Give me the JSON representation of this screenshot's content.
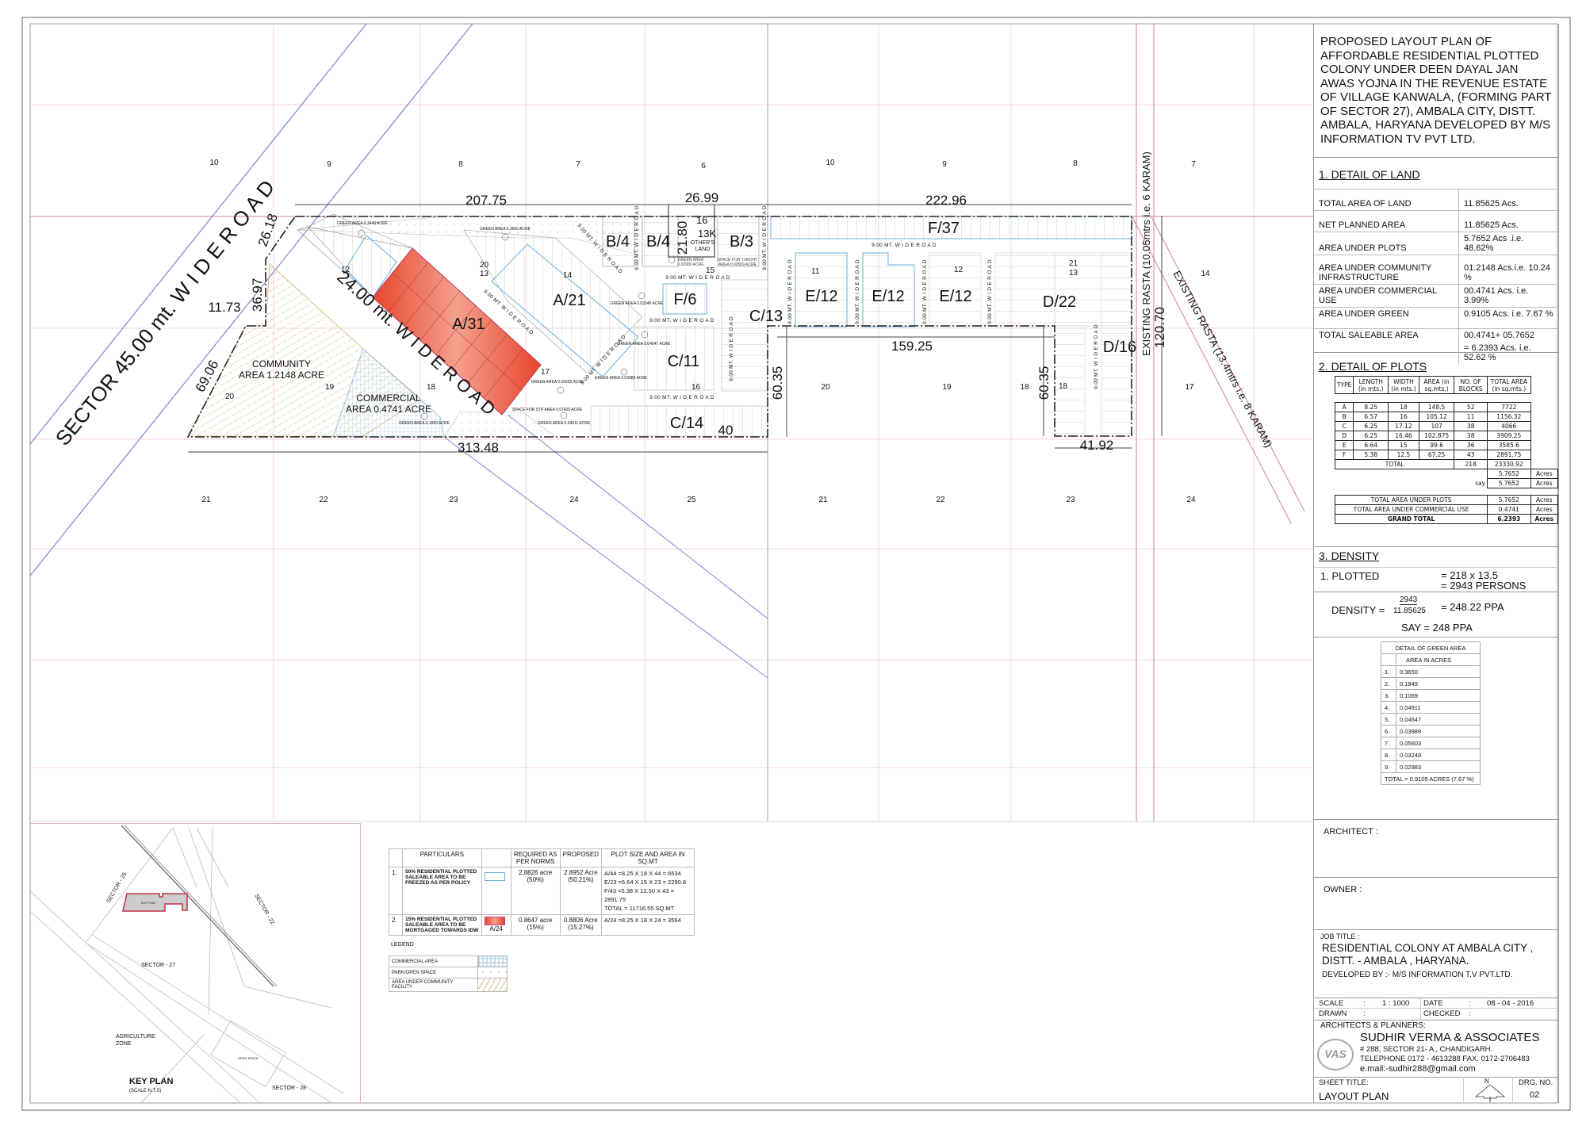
{
  "title_block": {
    "project_title": "PROPOSED LAYOUT PLAN OF AFFORDABLE RESIDENTIAL PLOTTED COLONY UNDER DEEN DAYAL JAN AWAS YOJNA  IN THE  REVENUE ESTATE OF VILLAGE KANWALA,  (FORMING PART OF SECTOR 27),  AMBALA CITY,  DISTT. AMBALA, HARYANA DEVELOPED BY M/S INFORMATION TV PVT LTD.",
    "land_heading": "1.  DETAIL OF LAND",
    "land_rows": [
      {
        "label": "TOTAL AREA OF LAND",
        "value": "11.85625 Acs."
      },
      {
        "label": "NET PLANNED AREA",
        "value": "11.85625 Acs."
      },
      {
        "label": "AREA UNDER PLOTS",
        "value": "5.7652 Acs .i.e. 48.62%"
      },
      {
        "label": "AREA UNDER COMMUNITY INFRASTRUCTURE",
        "value": "01.2148 Acs.i.e. 10.24 %"
      },
      {
        "label": "AREA UNDER COMMERCIAL USE",
        "value": "00.4741 Acs.  i.e. 3.99%"
      },
      {
        "label": "AREA UNDER GREEN",
        "value": "0.9105 Acs. i.e. 7.67 %"
      },
      {
        "label": "TOTAL SALEABLE  AREA",
        "value": "00.4741+ 05.7652",
        "value2": "= 6.2393 Acs. i.e.  52.62 %"
      }
    ],
    "plots_heading": "2.  DETAIL OF PLOTS",
    "plots_header": [
      "TYPE",
      "LENGTH (in mts.)",
      "WIDTH (in mts.)",
      "AREA (in sq.mts.)",
      "NO. OF BLOCKS",
      "TOTAL AREA (in sq.mts.)"
    ],
    "plots_rows": [
      [
        "A",
        "8.25",
        "18",
        "148.5",
        "52",
        "7722"
      ],
      [
        "B",
        "6.57",
        "16",
        "105.12",
        "11",
        "1156.32"
      ],
      [
        "C",
        "6.25",
        "17.12",
        "107",
        "38",
        "4066"
      ],
      [
        "D",
        "6.25",
        "16.46",
        "102.875",
        "38",
        "3909.25"
      ],
      [
        "E",
        "6.64",
        "15",
        "99.6",
        "36",
        "3585.6"
      ],
      [
        "F",
        "5.38",
        "12.5",
        "67.25",
        "43",
        "2891.75"
      ]
    ],
    "plots_total": {
      "label": "TOTAL",
      "blocks": "218",
      "area": "23330.92",
      "acres": "5.7652",
      "unit": "Acres",
      "say_label": "say",
      "say_value": "5.7652"
    },
    "plots_summary": [
      {
        "label": "TOTAL AREA UNDER PLOTS",
        "value": "5.7652",
        "unit": "Acres"
      },
      {
        "label": "TOTAL AREA UNDER COMMERCIAL USE",
        "value": "0.4741",
        "unit": "Acres"
      },
      {
        "label": "GRAND TOTAL",
        "value": "6.2393",
        "unit": "Acres"
      }
    ],
    "density_heading": "3.  DENSITY",
    "plotted_label": "1.  PLOTTED",
    "plotted_calc1": "= 218 x 13.5",
    "plotted_calc2": "= 2943 PERSONS",
    "density_label": "DENSITY  =",
    "density_num": "2943",
    "density_den": "11.85625",
    "density_result": "=  248.22 PPA",
    "say_text": "SAY   =  248 PPA",
    "green_title": "DETAIL OF GREEN AREA",
    "green_col": "AREA IN ACRES",
    "green_rows": [
      [
        "1.",
        "0.3650"
      ],
      [
        "2.",
        "0.1849"
      ],
      [
        "3.",
        "0.1069"
      ],
      [
        "4.",
        "0.04911"
      ],
      [
        "5.",
        "0.04647"
      ],
      [
        "6.",
        "0.03989"
      ],
      [
        "7.",
        "0.05603"
      ],
      [
        "8.",
        "0.03248"
      ],
      [
        "9.",
        "0.02983"
      ]
    ],
    "green_total": "TOTAL  =  0.9105  ACRES  (7.67 %)",
    "architect_label": "ARCHITECT :",
    "owner_label": "OWNER :",
    "job_title_label": "JOB TITLE :",
    "job_title_1": "RESIDENTIAL COLONY AT  AMBALA CITY ,",
    "job_title_2": "DISTT. - AMBALA , HARYANA.",
    "developed_by": "DEVELOPED BY :- M/S INFORMATION T.V  PVT.LTD.",
    "scale_label": "SCALE",
    "scale_value": "1 : 1000",
    "date_label": "DATE",
    "date_value": "08 - 04 - 2016",
    "drawn_label": "DRAWN",
    "checked_label": "CHECKED",
    "colon": ":",
    "architects_planners": "ARCHITECTS & PLANNERS:",
    "firm_name": "SUDHIR VERMA  &  ASSOCIATES",
    "firm_address": "# 288,    SECTOR  21- A ,    CHANDIGARH.",
    "firm_phone": "TELEPHONE  0172 - 4613288   FAX. 0172-2706483",
    "firm_email": "e.mail:-sudhir288@gmail.com",
    "firm_logo_text": "VAS",
    "sheet_title_label": "SHEET TITLE:",
    "sheet_title": "LAYOUT PLAN",
    "north": "N",
    "drg_no_label": "DRG. NO.",
    "drg_no": "02"
  },
  "plan": {
    "grid_numbers_top": [
      "10",
      "9",
      "8",
      "7",
      "6",
      "10",
      "9",
      "8",
      "7"
    ],
    "grid_numbers_bottom": [
      "21",
      "22",
      "23",
      "24",
      "25",
      "21",
      "22",
      "23",
      "24"
    ],
    "grid_numbers_mid": [
      "20",
      "19",
      "18",
      "17",
      "14"
    ],
    "roads": {
      "main": "SECTOR  45.00 mt. W I D E  R O A D",
      "inner": "24.00 mt. W I D E  R O A D",
      "nine_m": "9.00 MT. W I D E  R O A D",
      "rasta_1": "EXISTING RASTA (10.05mtrs i.e. 6 KARAM)",
      "rasta_2": "EXISTING RASTA (13.4mtrs i.e. 8 KARAM)"
    },
    "dimensions": [
      "207.75",
      "26.99",
      "222.96",
      "26.18",
      "11.73",
      "36.97",
      "69.06",
      "313.48",
      "60.35",
      "159.25",
      "60.35",
      "41.92",
      "120.70",
      "21.80",
      "40"
    ],
    "blocks": [
      "B/4",
      "B/4",
      "B/3",
      "F/37",
      "A/21",
      "A/31",
      "F/6",
      "C/13",
      "C/11",
      "C/14",
      "E/12",
      "E/12",
      "E/12",
      "D/22",
      "D/16"
    ],
    "others_land": "OTHER'S LAND",
    "others_nums": [
      "16",
      "13K",
      "15"
    ],
    "plot_nums": [
      "12",
      "20",
      "13",
      "14",
      "17",
      "18",
      "20",
      "19",
      "16",
      "11",
      "12",
      "21",
      "13",
      "18"
    ],
    "community": [
      "COMMUNITY",
      "AREA 1.2148 ACRE"
    ],
    "commercial": [
      "COMMERCIAL",
      "AREA 0.4741 ACRE"
    ],
    "green_labels": [
      {
        "no": "1",
        "text": "GREEN AREA 0.3650 ACRE"
      },
      {
        "no": "2",
        "text": "GREEN AREA 0.1849 ACRE"
      },
      {
        "no": "3",
        "text": "GREEN AREA 0.1069 ACRE"
      },
      {
        "no": "4",
        "text": "GREEN AREA 0.04911 ACRE"
      },
      {
        "no": "5",
        "text": "GREEN AREA 0.04647 ACRE"
      },
      {
        "no": "6",
        "text": "GREEN AREA 0.03989 ACRE"
      },
      {
        "no": "7",
        "text": "GREEN AREA 0.05603 ACRE"
      },
      {
        "no": "8",
        "text": "GREEN AREA 0.03248 ACRE"
      },
      {
        "no": "9",
        "text": "GREEN AREA 0.02983 ACRE"
      }
    ],
    "stp_label": "SPACE FOR STP AREA 0.07420 ACRE",
    "tw_label": "SPACE FOR T.W/OHT AREA 0.02569 ACRE"
  },
  "particulars": {
    "headers": [
      "PARTICULARS",
      "REQUIRED AS PER NORMS",
      "PROPOSED",
      "PLOT SIZE AND AREA IN SQ.MT"
    ],
    "rows": [
      {
        "no": "1.",
        "text": "50% RESIDENTIAL PLOTTED SALEABLE AREA TO BE FREEZED AS PER POLICY",
        "swatch": "",
        "required": "2.8826 acre (50%)",
        "proposed": "2.8952 Acre (50.21%)",
        "sizes": [
          "A/44 =8.25 X 18 X 44 = 6534",
          "E/23 =6.64 X 15 X 23 = 2290.8",
          "F/43 =5.38 X 12.50 X 43 = 2891.75",
          "TOTAL =  11716.55 SQ.MT"
        ]
      },
      {
        "no": "2.",
        "text": "15% RESIDENTIAL PLOTTED SALEABLE AREA TO BE MORTGAGED TOWARDS IDW",
        "swatch": "A/24",
        "required": "0.8647 acre (15%)",
        "proposed": "0.8806 Acre (15.27%)",
        "sizes": [
          "A/24 =8.25 X 18 X 24 = 3564"
        ]
      }
    ],
    "legend_title": "LEGEND",
    "legend": [
      "COMMERCIAL AREA",
      "PARK/OPEN SPACE",
      "AREA UNDER COMMUNITY FACILITY"
    ]
  },
  "key_plan": {
    "title": "KEY PLAN",
    "scale": "(SCALE-N.T.S)",
    "sectors": [
      "SECTOR - 26",
      "SECTOR - 22",
      "SECTOR - 27",
      "AGRICULTURE",
      "ZONE",
      "SECTOR - 28",
      "OPEN SPACE",
      "SITE PLAN"
    ]
  },
  "colors": {
    "accent_red": "#e8452c",
    "plot_blue": "#6aaed6",
    "grid_pink": "#e3b7cc",
    "key_orange": "#e07a50"
  }
}
